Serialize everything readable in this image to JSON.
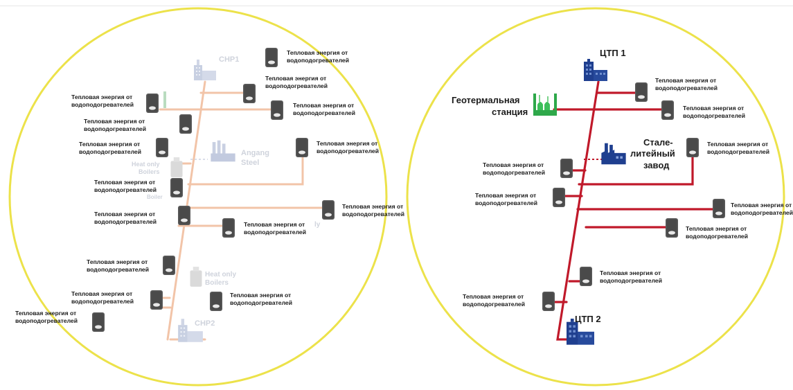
{
  "caption": "Тепловая энергия от водоподогревателей",
  "caption_lines": [
    "Тепловая энергия от",
    "водоподогревателей"
  ],
  "left": {
    "chp1": "CHP1",
    "chp2": "CHP2",
    "steel": [
      "Angang",
      "Steel"
    ],
    "boilers_top": [
      "Heat only",
      "Boilers"
    ],
    "boilers_bottom": [
      "Heat only",
      "Boilers"
    ],
    "boilers_top_partial": "Boiler",
    "stray": "ly"
  },
  "right": {
    "ctp1": "ЦТП 1",
    "ctp2": "ЦТП 2",
    "geo": [
      "Геотермальная",
      "станция"
    ],
    "steel": [
      "Стале-",
      "литейный",
      "завод"
    ]
  },
  "colors": {
    "ring": "#ece24a",
    "pipe_left": "#f2c4a8",
    "pipe_right": "#c0192a",
    "building_blue": "#1f3f8f",
    "geo_green": "#2ea84a",
    "heater": "#555555"
  },
  "icons": [
    "heater-icon",
    "factory-icon",
    "power-plant-icon",
    "boiler-icon"
  ]
}
